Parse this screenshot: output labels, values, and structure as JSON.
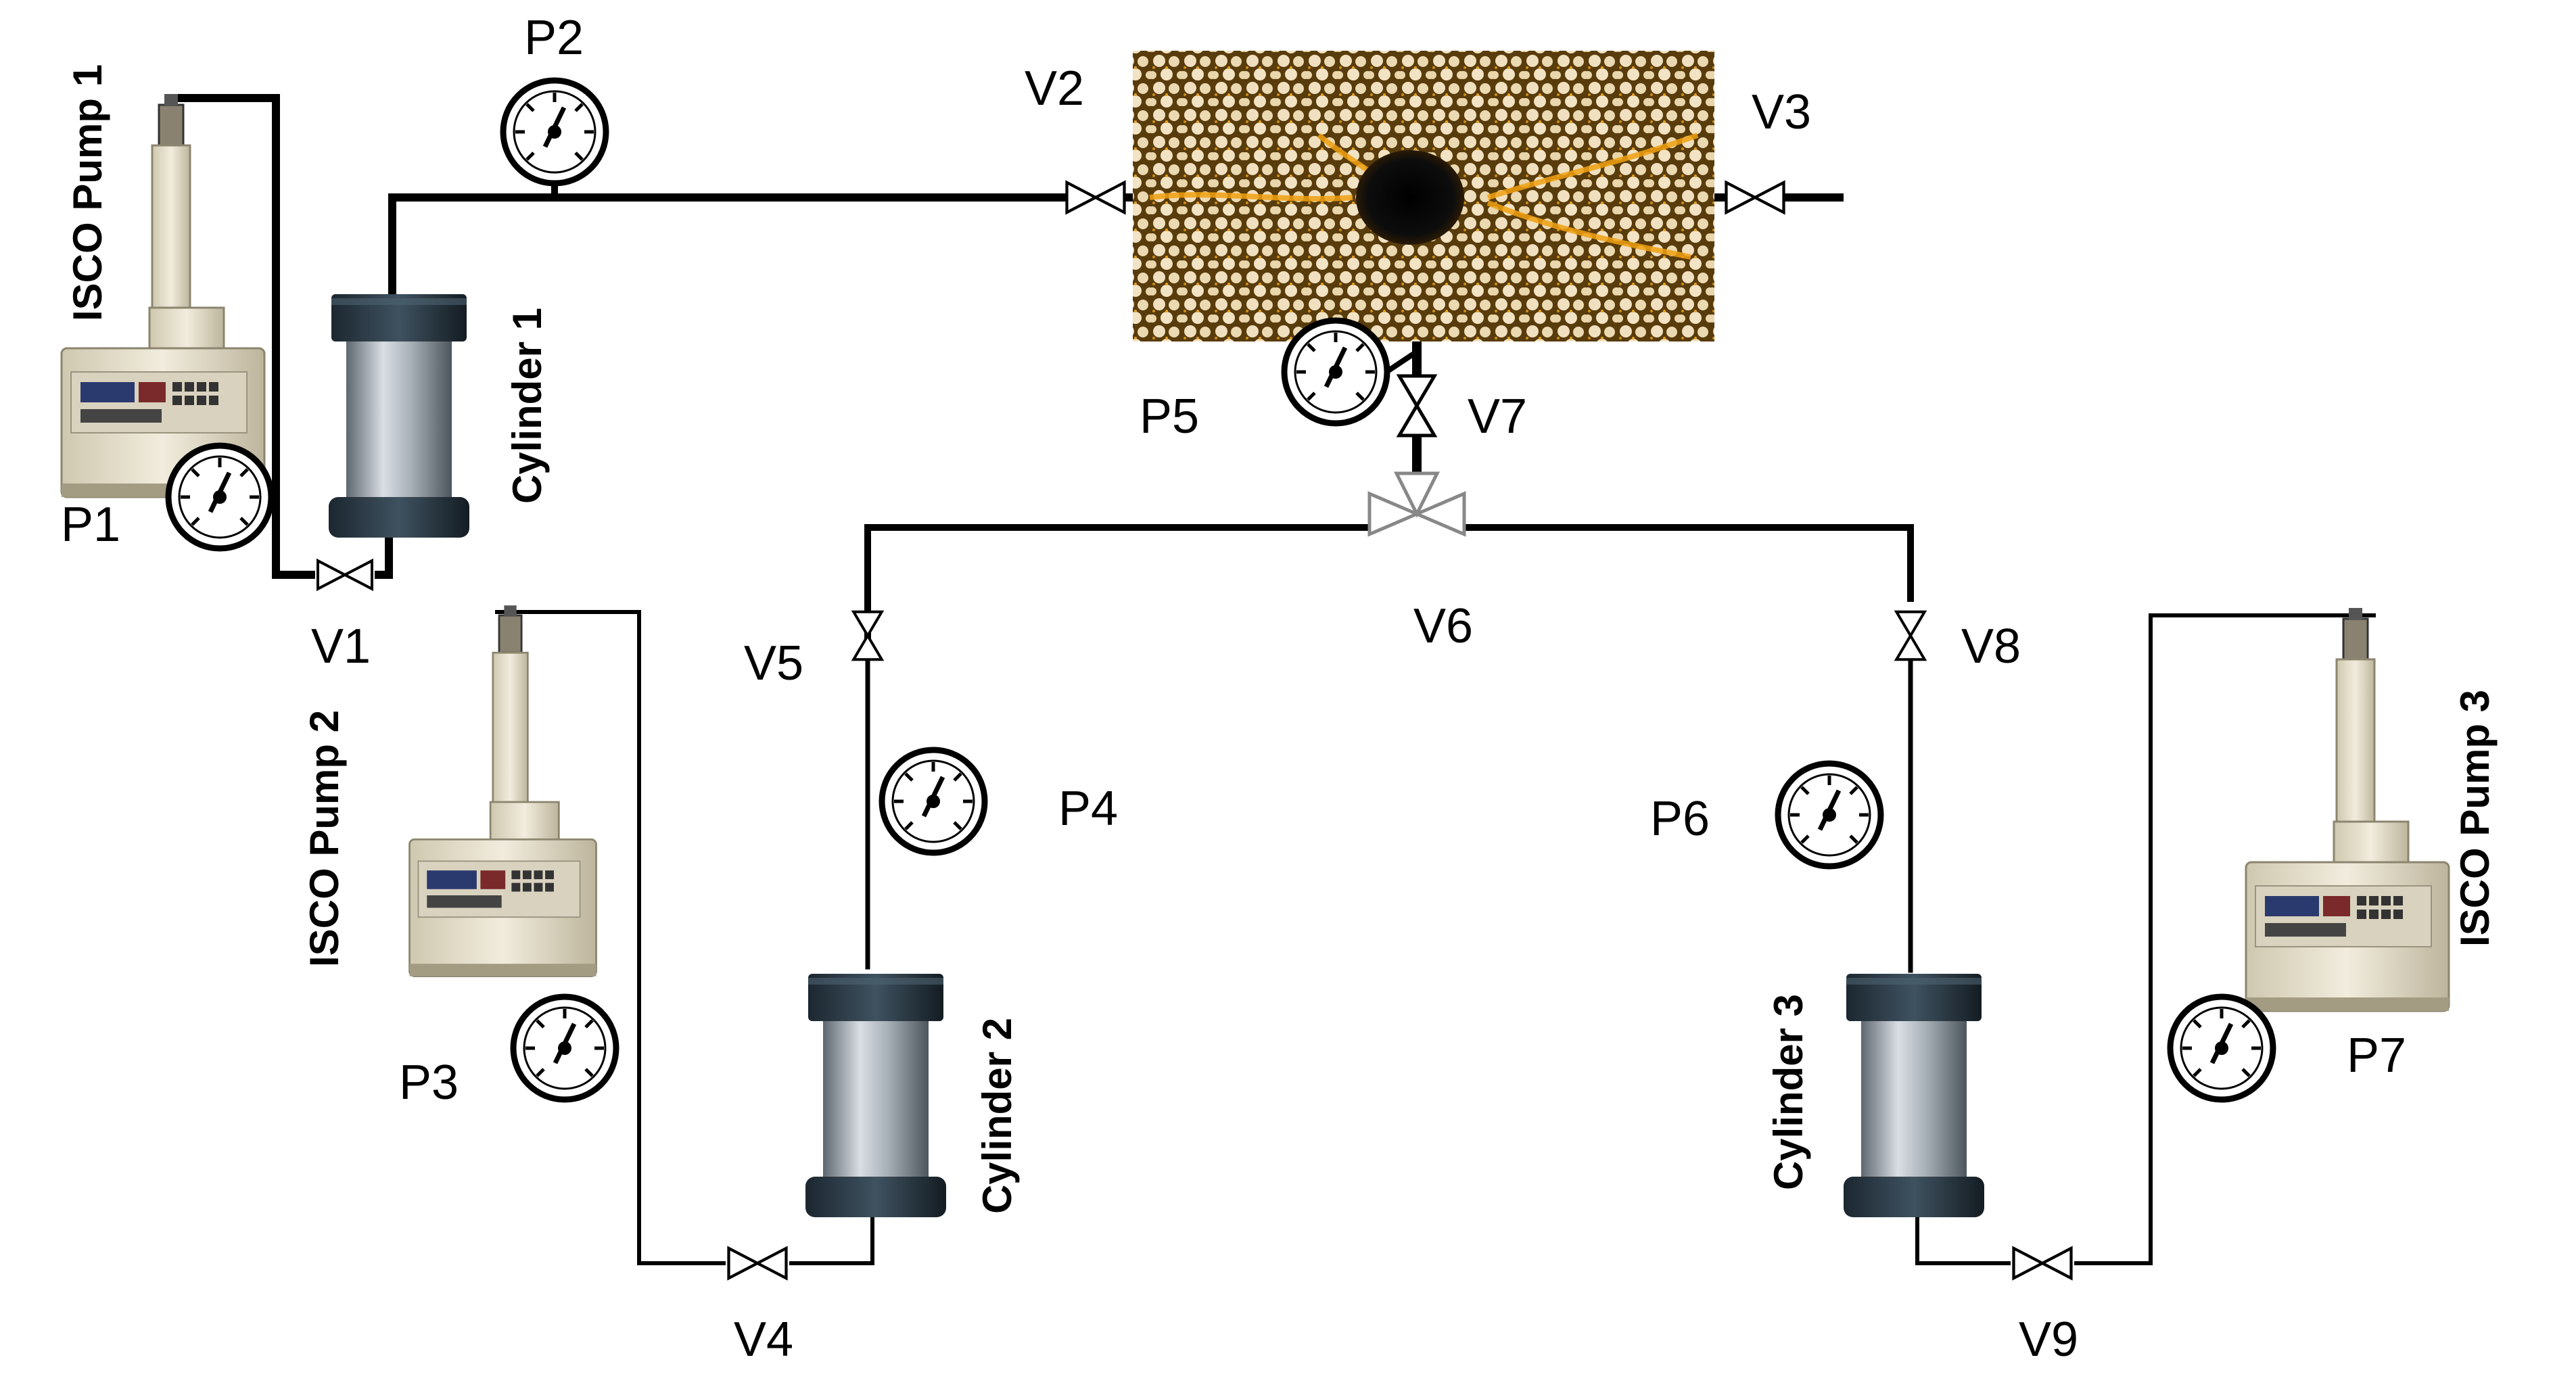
{
  "labels": {
    "pump1": "ISCO Pump 1",
    "pump2": "ISCO Pump 2",
    "pump3": "ISCO Pump 3",
    "cyl1": "Cylinder 1",
    "cyl2": "Cylinder 2",
    "cyl3": "Cylinder 3",
    "p1": "P1",
    "p2": "P2",
    "p3": "P3",
    "p4": "P4",
    "p5": "P5",
    "p6": "P6",
    "p7": "P7",
    "v1": "V1",
    "v2": "V2",
    "v3": "V3",
    "v4": "V4",
    "v5": "V5",
    "v6": "V6",
    "v7": "V7",
    "v8": "V8",
    "v9": "V9"
  },
  "colors": {
    "line": "#000000",
    "micromodel_bg": "#e8c070",
    "cylinder_metal": "#9aa3ad",
    "cylinder_cap": "#23313c",
    "pump_body": "#e6e0cc"
  }
}
